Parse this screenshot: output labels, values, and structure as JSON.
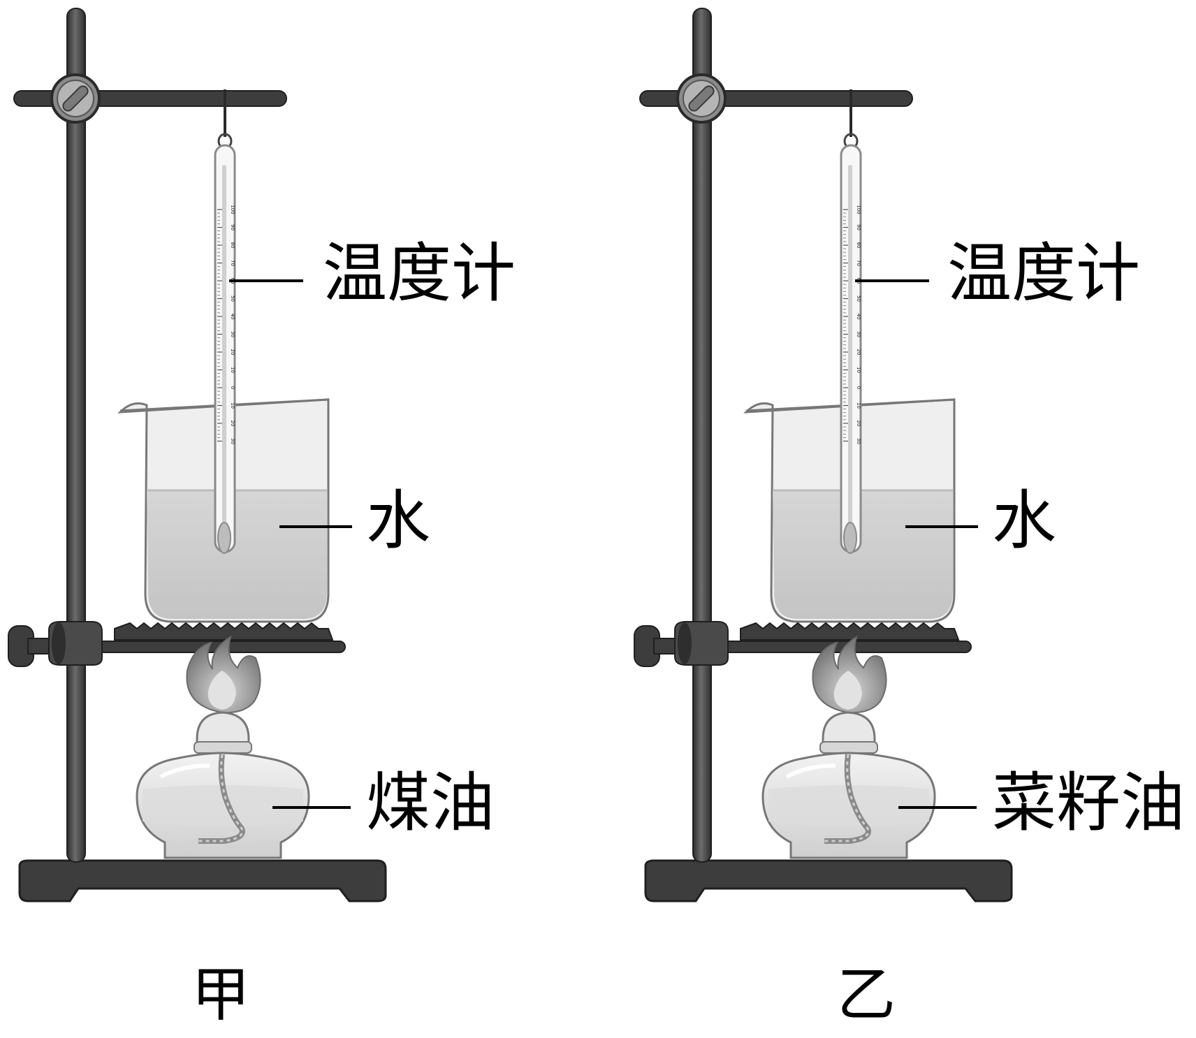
{
  "panels": [
    {
      "id": "jia",
      "caption": "甲",
      "labels": {
        "thermometer": "温度计",
        "liquid": "水",
        "fuel": "煤油"
      }
    },
    {
      "id": "yi",
      "caption": "乙",
      "labels": {
        "thermometer": "温度计",
        "liquid": "水",
        "fuel": "菜籽油"
      }
    }
  ],
  "thermometer_scale": [
    "100",
    "90",
    "80",
    "70",
    "60",
    "50",
    "40",
    "30",
    "20",
    "10",
    "0",
    "10",
    "20",
    "30"
  ],
  "colors": {
    "stand": "#3a3a3a",
    "stand_highlight": "#6a6a6a",
    "water": "#cfcfcf",
    "glass": "#ececec",
    "flame": "#8a8a8a"
  }
}
